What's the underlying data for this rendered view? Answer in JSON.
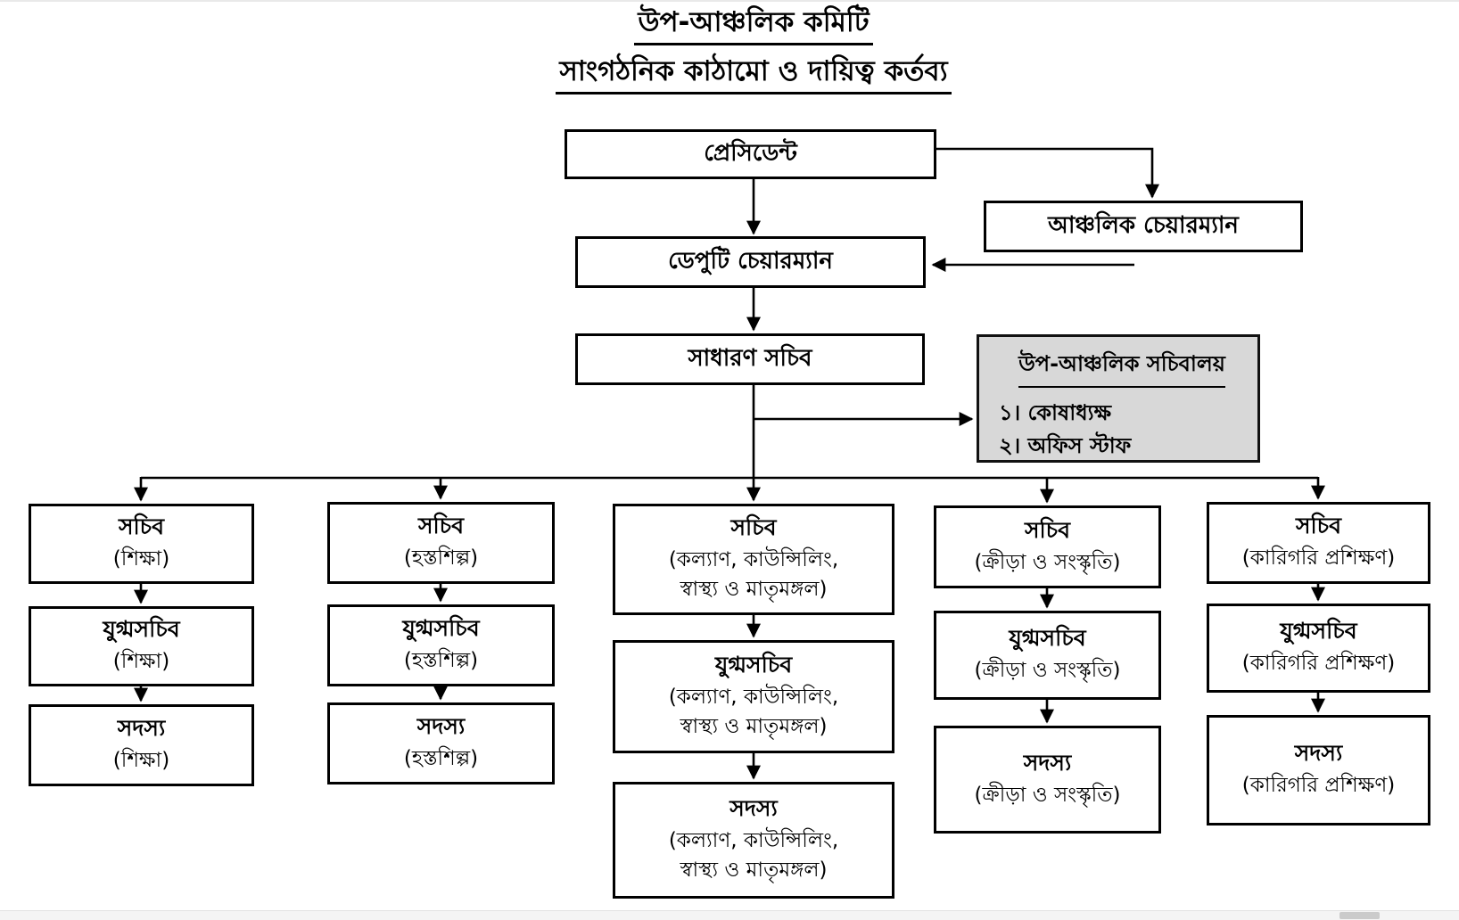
{
  "page_title": {
    "line1": "উপ-আঞ্চলিক কমিটি",
    "line2": "সাংগঠনিক কাঠামো ও দায়িত্ব কর্তব্য"
  },
  "nodes": {
    "president": "প্রেসিডেন্ট",
    "regional_chairman": "আঞ্চলিক চেয়ারম্যান",
    "deputy_chairman": "ডেপুটি চেয়ারম্যান",
    "general_secretary": "সাধারণ সচিব",
    "secretariat": {
      "title": "উপ-আঞ্চলিক সচিবালয়",
      "items": [
        "১।  কোষাধ্যক্ষ",
        "২।  অফিস স্টাফ"
      ]
    }
  },
  "branches": [
    {
      "name": "education",
      "secretary_title": "সচিব",
      "secretary_subtitle": "(শিক্ষা)",
      "joint_title": "যুগ্মসচিব",
      "joint_subtitle": "(শিক্ষা)",
      "member_title": "সদস্য",
      "member_subtitle": "(শিক্ষা)"
    },
    {
      "name": "handicraft",
      "secretary_title": "সচিব",
      "secretary_subtitle": "(হস্তশিল্প)",
      "joint_title": "যুগ্মসচিব",
      "joint_subtitle": "(হস্তশিল্প)",
      "member_title": "সদস্য",
      "member_subtitle": "(হস্তশিল্প)"
    },
    {
      "name": "welfare-counselling-health-maternity",
      "secretary_title": "সচিব",
      "secretary_subtitle": "(কল্যাণ, কাউন্সিলিং,\nস্বাস্থ্য ও মাতৃমঙ্গল)",
      "joint_title": "যুগ্মসচিব",
      "joint_subtitle": "(কল্যাণ, কাউন্সিলিং,\nস্বাস্থ্য ও মাতৃমঙ্গল)",
      "member_title": "সদস্য",
      "member_subtitle": "(কল্যাণ, কাউন্সিলিং,\nস্বাস্থ্য ও মাতৃমঙ্গল)"
    },
    {
      "name": "sports-culture",
      "secretary_title": "সচিব",
      "secretary_subtitle": "(ক্রীড়া ও সংস্কৃতি)",
      "joint_title": "যুগ্মসচিব",
      "joint_subtitle": "(ক্রীড়া ও সংস্কৃতি)",
      "member_title": "সদস্য",
      "member_subtitle": "(ক্রীড়া ও সংস্কৃতি)"
    },
    {
      "name": "technical-training",
      "secretary_title": "সচিব",
      "secretary_subtitle": "(কারিগরি প্রশিক্ষণ)",
      "joint_title": "যুগ্মসচিব",
      "joint_subtitle": "(কারিগরি প্রশিক্ষণ)",
      "member_title": "সদস্য",
      "member_subtitle": "(কারিগরি প্রশিক্ষণ)"
    }
  ],
  "colors": {
    "line": "#000000",
    "box_border": "#000000",
    "box_fill": "#ffffff",
    "secretariat_fill": "#d8d8d8",
    "page_background": "#ffffff"
  }
}
